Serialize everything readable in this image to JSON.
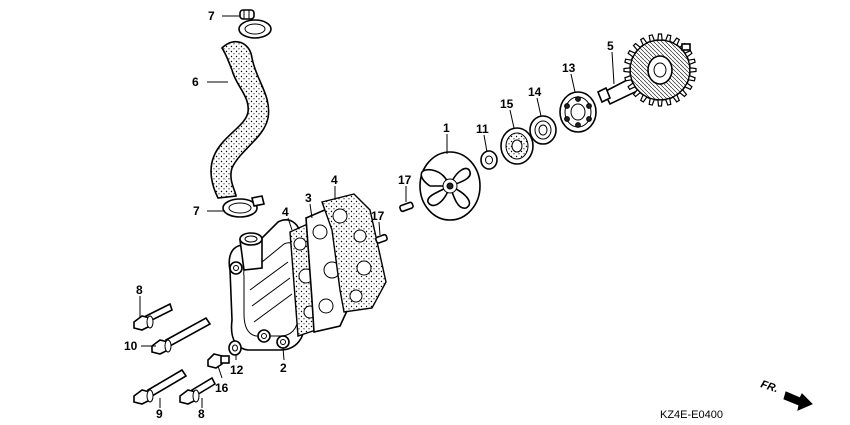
{
  "diagram": {
    "code": "KZ4E-E0400",
    "direction_label": "FR.",
    "callouts": [
      {
        "id": "c7a",
        "label": "7"
      },
      {
        "id": "c6",
        "label": "6"
      },
      {
        "id": "c7b",
        "label": "7"
      },
      {
        "id": "c5",
        "label": "5"
      },
      {
        "id": "c13",
        "label": "13"
      },
      {
        "id": "c14",
        "label": "14"
      },
      {
        "id": "c15",
        "label": "15"
      },
      {
        "id": "c11",
        "label": "11"
      },
      {
        "id": "c1",
        "label": "1"
      },
      {
        "id": "c17a",
        "label": "17"
      },
      {
        "id": "c17b",
        "label": "17"
      },
      {
        "id": "c4a",
        "label": "4"
      },
      {
        "id": "c3",
        "label": "3"
      },
      {
        "id": "c4b",
        "label": "4"
      },
      {
        "id": "c8a",
        "label": "8"
      },
      {
        "id": "c10",
        "label": "10"
      },
      {
        "id": "c12",
        "label": "12"
      },
      {
        "id": "c2",
        "label": "2"
      },
      {
        "id": "c16",
        "label": "16"
      },
      {
        "id": "c9",
        "label": "9"
      },
      {
        "id": "c8b",
        "label": "8"
      }
    ]
  }
}
